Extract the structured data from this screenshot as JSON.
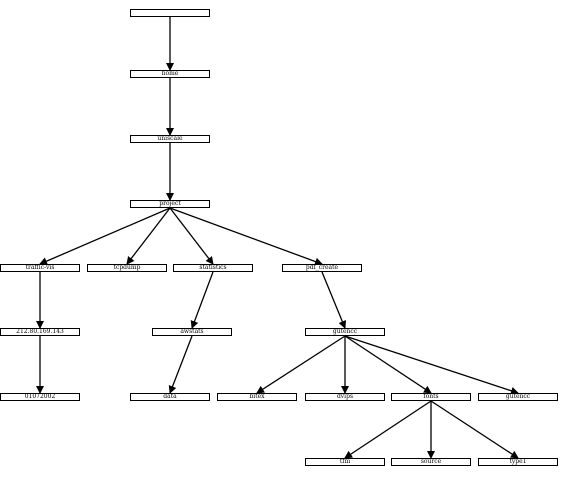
{
  "nodes": [
    {
      "id": "root",
      "label": "",
      "parent": null
    },
    {
      "id": "home",
      "label": "home",
      "parent": "root"
    },
    {
      "id": "uniscale",
      "label": "uniscale",
      "parent": "home"
    },
    {
      "id": "project",
      "label": "project",
      "parent": "uniscale"
    },
    {
      "id": "trafficvis",
      "label": "traffic-vis",
      "parent": "project"
    },
    {
      "id": "topdump",
      "label": "tcpdump",
      "parent": "project"
    },
    {
      "id": "statistics",
      "label": "statistics",
      "parent": "project"
    },
    {
      "id": "pdfcreate",
      "label": "pdf_create",
      "parent": "project"
    },
    {
      "id": "ip",
      "label": "212.80.169.143",
      "parent": "trafficvis"
    },
    {
      "id": "date",
      "label": "01072002",
      "parent": "ip"
    },
    {
      "id": "awstats",
      "label": "awstats",
      "parent": "statistics"
    },
    {
      "id": "data",
      "label": "data",
      "parent": "awstats"
    },
    {
      "id": "gutencc",
      "label": "gutencc",
      "parent": "pdfcreate"
    },
    {
      "id": "bitex",
      "label": "bitex",
      "parent": "gutencc"
    },
    {
      "id": "dvips",
      "label": "dvips",
      "parent": "gutencc"
    },
    {
      "id": "fonts",
      "label": "fonts",
      "parent": "gutencc"
    },
    {
      "id": "gutencc2",
      "label": "gutencc",
      "parent": "gutencc"
    },
    {
      "id": "tfm",
      "label": "tfm",
      "parent": "fonts"
    },
    {
      "id": "source",
      "label": "source",
      "parent": "fonts"
    },
    {
      "id": "type1",
      "label": "type1",
      "parent": "fonts"
    }
  ]
}
